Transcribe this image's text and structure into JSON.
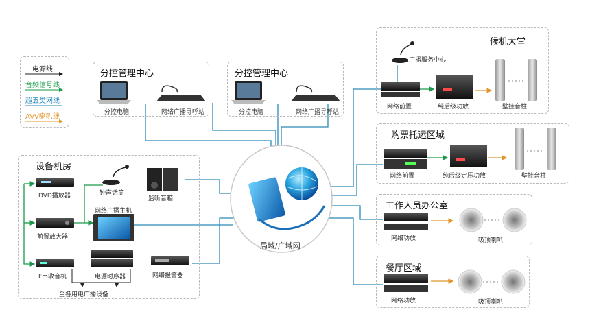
{
  "legend": [
    {
      "label": "电源线",
      "color": "#222222"
    },
    {
      "label": "音频信号线",
      "color": "#1a9a4a"
    },
    {
      "label": "超五类网线",
      "color": "#2a8ab8"
    },
    {
      "label": "AVV喇叭线",
      "color": "#e0962a"
    }
  ],
  "center": {
    "label": "局域/广域网"
  },
  "zones": {
    "control1": {
      "title": "分控管理中心",
      "pc": "分控电脑",
      "mic": "网络广播寻呼站"
    },
    "control2": {
      "title": "分控管理中心",
      "pc": "分控电脑",
      "mic": "网络广播寻呼站"
    },
    "machine_room": {
      "title": "设备机房",
      "dvd": "DVD播放器",
      "preamp": "前置放大器",
      "fm": "Fm收音机",
      "chime_mic": "钟声话筒",
      "monitor_spk": "监听音箱",
      "host": "网络广播主机",
      "sequencer": "电源时序器",
      "alarm": "网络报警器",
      "to_devices": "至各用电广播设备"
    },
    "lounge": {
      "title": "候机大堂",
      "service": "广播服务中心",
      "preamp": "网络前置",
      "amp": "纯后级功放",
      "speaker": "壁挂音柱"
    },
    "ticket": {
      "title": "购票托运区域",
      "preamp": "网络前置",
      "amp": "纯后级定压功放",
      "speaker": "壁挂音柱"
    },
    "office": {
      "title": "工作人员办公室",
      "amp": "网络功放",
      "speaker": "吸顶喇叭"
    },
    "dining": {
      "title": "餐厅区域",
      "amp": "网络功放",
      "speaker": "吸顶喇叭"
    }
  },
  "colors": {
    "network": "#2a8ab8",
    "audio": "#1a9a4a",
    "speaker_line": "#e0962a",
    "power": "#222222"
  }
}
